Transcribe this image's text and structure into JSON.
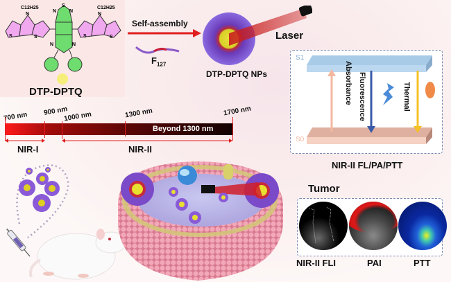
{
  "molecule": {
    "name": "DTP-DPTQ",
    "substituent_left": "C12H25",
    "substituent_right": "C12H25",
    "atoms": {
      "sulfur": "S",
      "nitrogen": "N"
    },
    "core_color": "#6fdc6f",
    "thiophene_color": "#f0a8ee"
  },
  "assembly": {
    "arrow_label": "Self-assembly",
    "polymer_label": "F",
    "polymer_subscript": "127",
    "nanoparticle_label": "DTP-DPTQ NPs",
    "laser_label": "Laser"
  },
  "spectrum": {
    "ticks": [
      "700 nm",
      "900 nm",
      "1000 nm",
      "1300 nm",
      "1700 nm"
    ],
    "bar_label": "Beyond 1300 nm",
    "ranges": [
      {
        "label": "NIR-I",
        "from": "700 nm",
        "to": "900 nm"
      },
      {
        "label": "NIR-II",
        "from": "1000 nm",
        "to": "1700 nm"
      }
    ]
  },
  "jablonski": {
    "excited_state": "S1",
    "ground_state": "S0",
    "processes": [
      {
        "label": "Absorbance",
        "color": "#f4b8a0",
        "direction": "up"
      },
      {
        "label": "Fluorescence",
        "color": "#3a5aa8",
        "direction": "down"
      },
      {
        "label": "Thermal",
        "color": "#f5c026",
        "direction": "down"
      }
    ],
    "caption": "NIR-II FL/PA/PTT"
  },
  "tumor": {
    "title": "Tumor",
    "images": [
      {
        "label": "NIR-II FLI"
      },
      {
        "label": "PAI"
      },
      {
        "label": "PTT"
      }
    ]
  },
  "icons": {
    "syringe": "syringe-icon",
    "mouse": "mouse-icon",
    "cell": "cell-icon",
    "laser": "laser-icon"
  }
}
